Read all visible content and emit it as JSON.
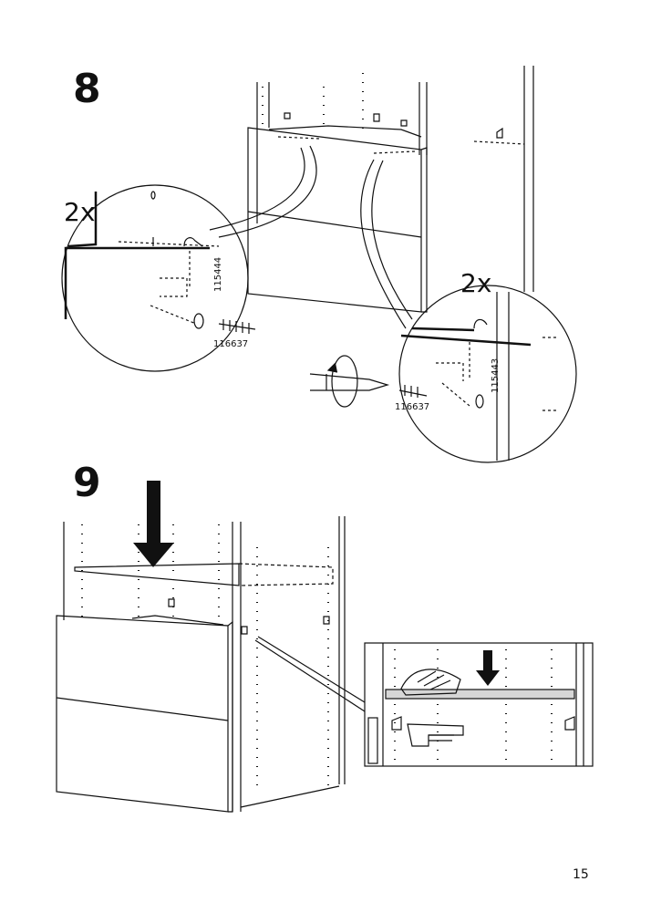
{
  "steps": [
    {
      "number": "8",
      "quantity_left": "2x",
      "quantity_right": "2x",
      "part_numbers": {
        "screw": "116637",
        "fitting_left": "115444",
        "fitting_right": "115443"
      }
    },
    {
      "number": "9"
    }
  ],
  "page_number": "15",
  "icons": [
    "arrow-down-icon",
    "screwdriver-icon",
    "rotate-icon",
    "hand-press-icon",
    "hand-point-icon"
  ]
}
